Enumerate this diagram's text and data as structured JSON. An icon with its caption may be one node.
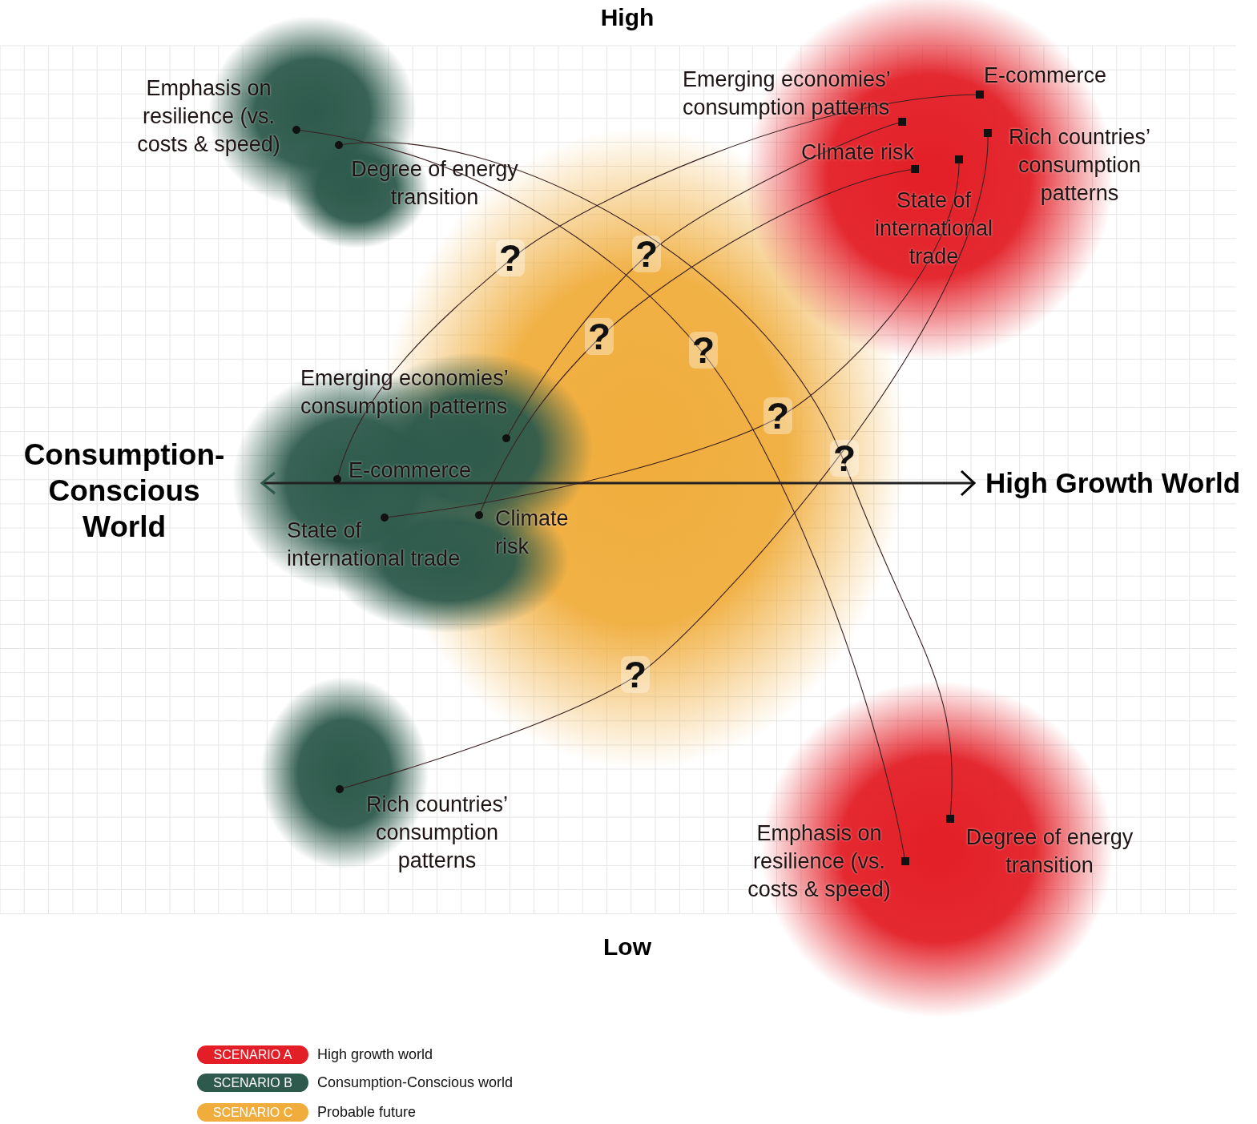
{
  "diagram": {
    "nodes": [
      {
        "text": [
          "Emphasis on resilience (vs. costs & speed)"
        ]
      },
      {
        "text": [
          "Degree of energy transition"
        ]
      },
      {
        "text": [
          "Emerging economies’ consumption patterns"
        ]
      },
      {
        "text": [
          "E-commerce"
        ]
      },
      {
        "text": [
          "Rich countries’ consumption patterns"
        ]
      },
      {
        "text": [
          "Climate risk"
        ]
      },
      {
        "text": [
          "State of international trade"
        ]
      },
      {
        "text": [
          "Emerging economies’ consumption patterns"
        ]
      },
      {
        "text": [
          "E-commerce"
        ]
      },
      {
        "text": [
          "State of international trade"
        ]
      },
      {
        "text": [
          "Climate risk"
        ]
      },
      {
        "text": [
          "Rich countries’ consumption patterns"
        ]
      },
      {
        "text": [
          "Emphasis on resilience (vs. costs & speed)"
        ]
      },
      {
        "text": [
          "Degree of energy transition"
        ]
      }
    ],
    "edges": [
      {
        "from": 0,
        "to": 12,
        "arrow": "other",
        "label": "?"
      },
      {
        "from": 1,
        "to": 13,
        "arrow": "other",
        "label": "?"
      },
      {
        "from": 8,
        "to": 3,
        "arrow": "other",
        "label": "?"
      },
      {
        "from": 7,
        "to": 2,
        "arrow": "other",
        "label": "?"
      },
      {
        "from": 10,
        "to": 5,
        "arrow": "other",
        "label": "?"
      },
      {
        "from": 9,
        "to": 6,
        "arrow": "other",
        "label": "?"
      },
      {
        "from": 11,
        "to": 4,
        "arrow": "other",
        "label": "?"
      }
    ],
    "labels": [
      "High",
      "Consumption-Conscious World",
      "High Growth World",
      "Low",
      "SCENARIO A",
      "SCENARIO B",
      "SCENARIO C"
    ],
    "legend": [
      {
        "text": "High growth world",
        "color": "#e31e26"
      },
      {
        "text": "Consumption-Conscious world",
        "color": "#2d5a4c"
      },
      {
        "text": "Probable future",
        "color": "#f0ad3c"
      }
    ]
  }
}
